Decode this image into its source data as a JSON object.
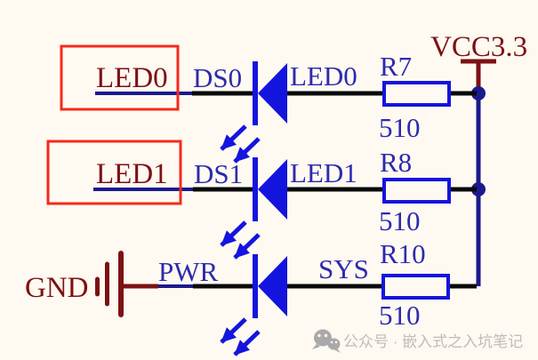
{
  "colors": {
    "background": "#FEF9F1",
    "wire_black": "#0A0A0A",
    "wire_navy": "#1A1A8C",
    "symbol_blue": "#1414DF",
    "text_blue": "#2B2BAE",
    "dark_red": "#7C1113",
    "highlight_red": "#F42A1D",
    "watermark_grey": "#BDBDBD"
  },
  "power": {
    "label": "VCC3.3"
  },
  "ground": {
    "label": "GND"
  },
  "rows": [
    {
      "port": "LED0",
      "net": "DS0",
      "diode_label": "LED0",
      "resistor_ref": "R7",
      "resistor_value": "510"
    },
    {
      "port": "LED1",
      "net": "DS1",
      "diode_label": "LED1",
      "resistor_ref": "R8",
      "resistor_value": "510"
    },
    {
      "net": "PWR",
      "diode_label": "SYS",
      "resistor_ref": "R10",
      "resistor_value": "510"
    }
  ],
  "watermark": {
    "text": "公众号 · 嵌入式之入坑笔记"
  }
}
